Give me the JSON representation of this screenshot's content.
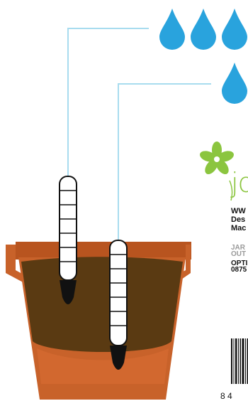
{
  "brand": {
    "logo_text": "jo",
    "accent_color": "#8bc53f"
  },
  "info": {
    "url": "WW",
    "design": "Des",
    "made": "Mac",
    "jar": "JAR",
    "out": "OUT",
    "opt": "OPTI",
    "phone": "0875"
  },
  "barcode": {
    "number": "8 4"
  },
  "colors": {
    "water_drop": "#29a3dd",
    "lead_line": "#a8dcef",
    "pot": "#c8622a",
    "soil": "#5a3a12",
    "sensor_tip": "#111111"
  }
}
